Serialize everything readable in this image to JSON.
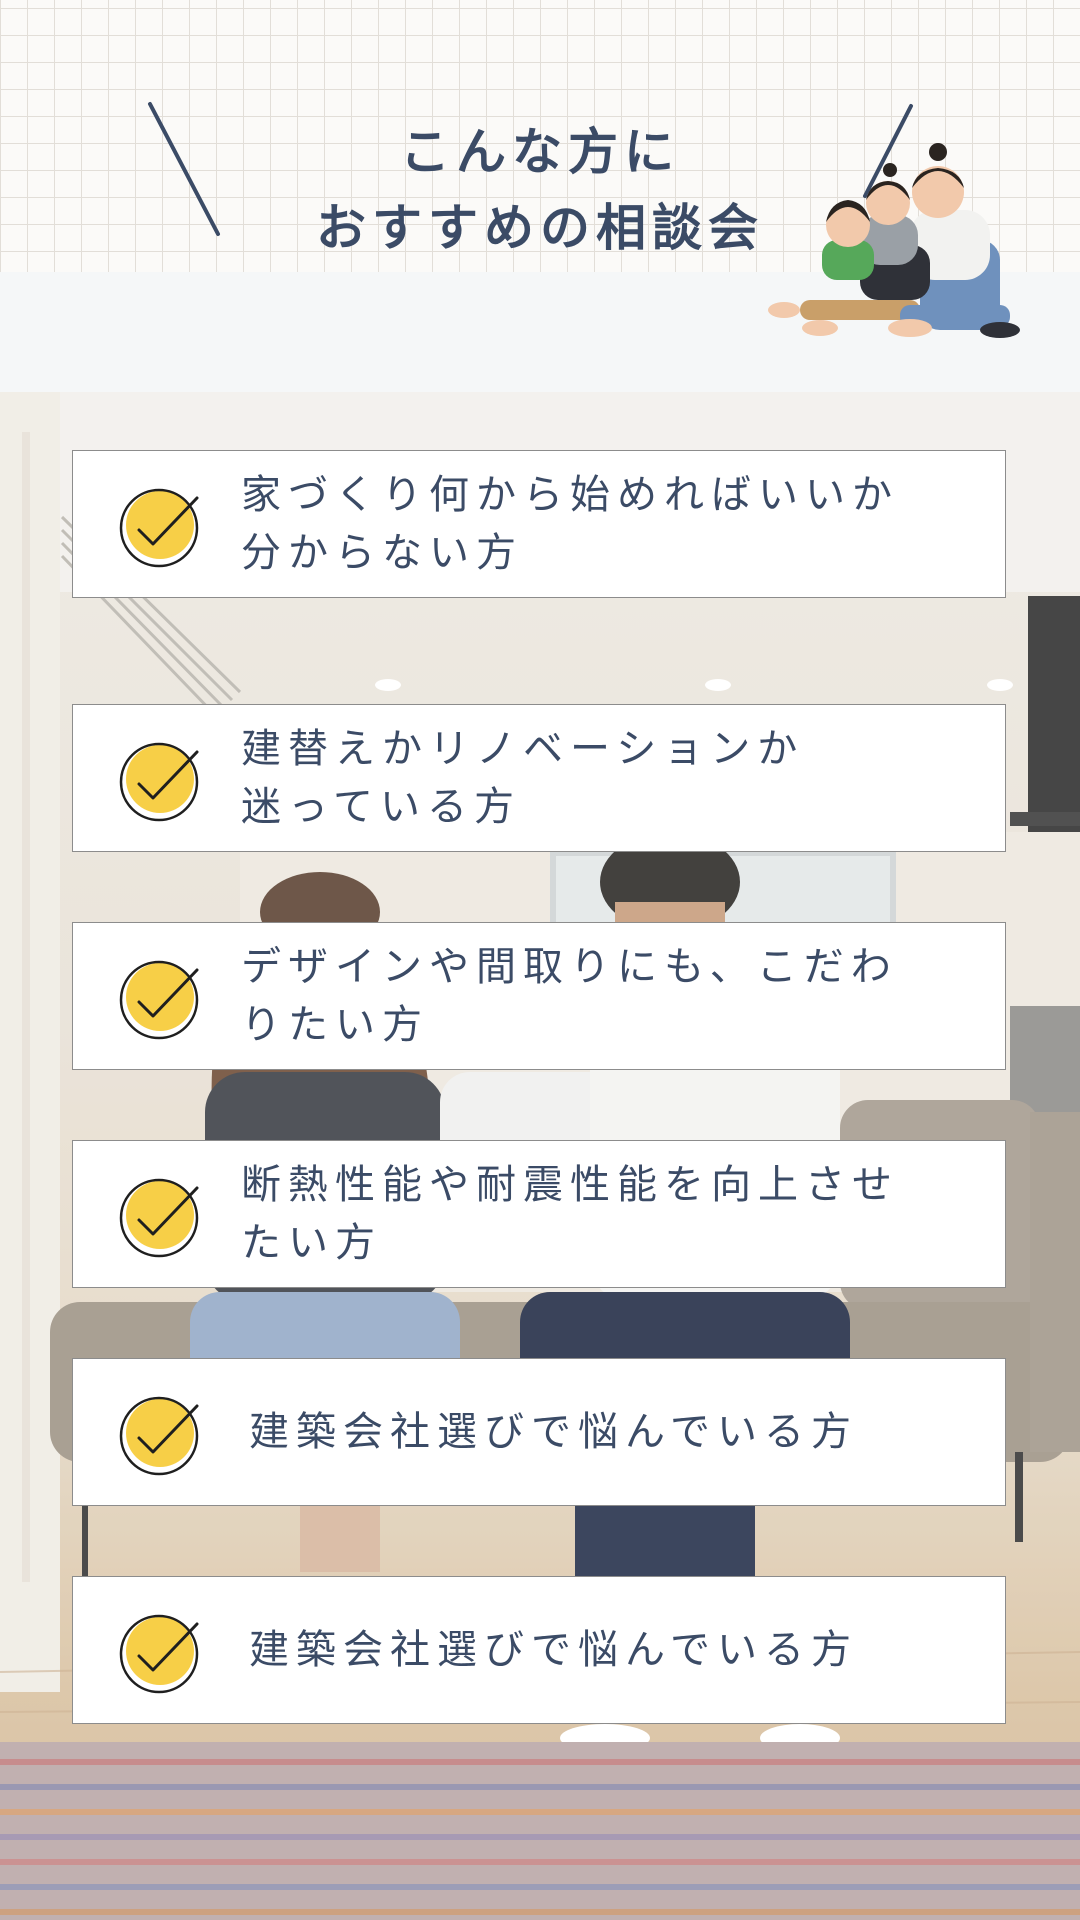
{
  "header": {
    "title_line1": "こんな方に",
    "title_line2": "おすすめの相談会"
  },
  "colors": {
    "text": "#3b4b66",
    "check_circle": "#f7cf47",
    "check_outline": "#1f1f1f",
    "card_border": "#8c8c8c"
  },
  "items": [
    {
      "icon": "check-icon",
      "line1": "家づくり何から始めればいいか",
      "line2": "分からない方"
    },
    {
      "icon": "check-icon",
      "line1": "建替えかリノベーションか",
      "line2": "迷っている方"
    },
    {
      "icon": "check-icon",
      "line1": "デザインや間取りにも、こだわ",
      "line2": "りたい方"
    },
    {
      "icon": "check-icon",
      "line1": "断熱性能や耐震性能を向上させ",
      "line2": "たい方"
    },
    {
      "icon": "check-icon",
      "line1": "建築会社選びで悩んでいる方",
      "line2": ""
    },
    {
      "icon": "check-icon",
      "line1": "建築会社選びで悩んでいる方",
      "line2": ""
    }
  ]
}
